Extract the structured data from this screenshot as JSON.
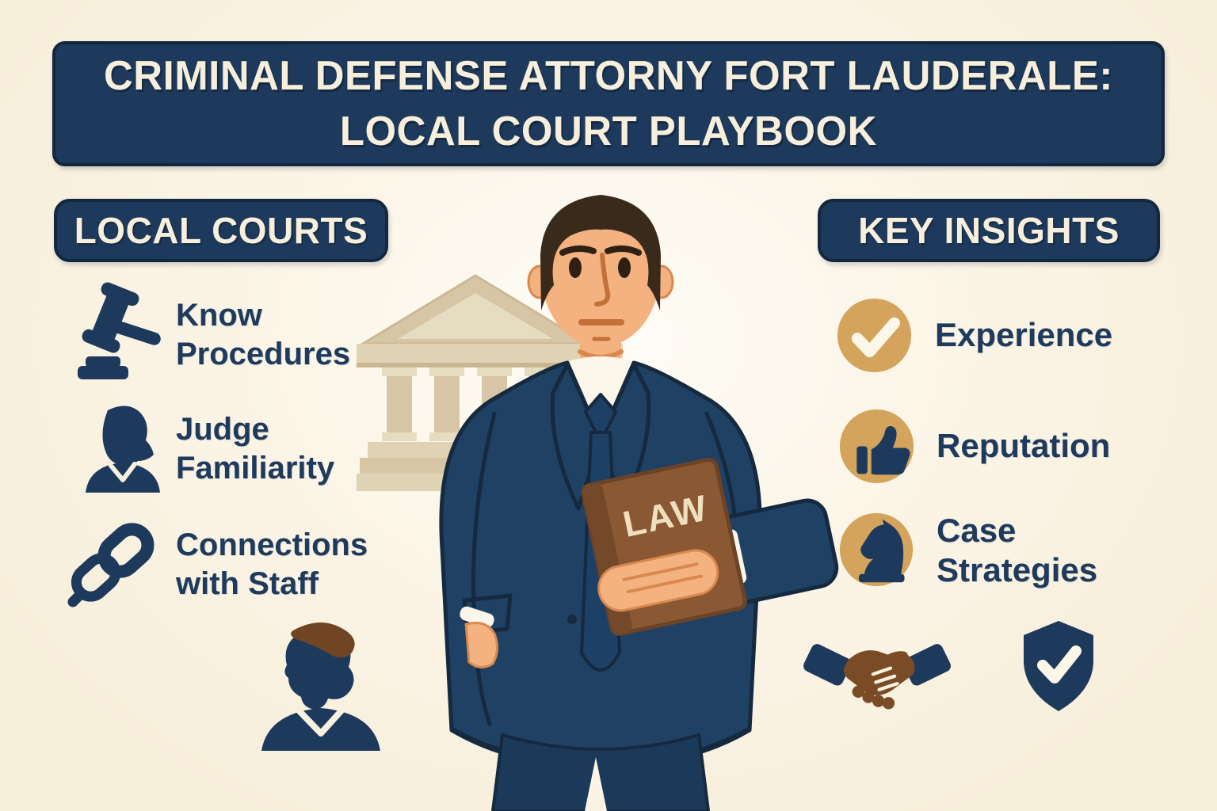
{
  "title": {
    "line1": "CRIMINAL DEFENSE ATTORNY FORT LAUDERALE:",
    "line2": "LOCAL COURT PLAYBOOK"
  },
  "left_panel": {
    "header": "LOCAL COURTS",
    "items": [
      {
        "icon": "gavel-icon",
        "label": "Know Procedures"
      },
      {
        "icon": "judge-icon",
        "label": "Judge Familiarity"
      },
      {
        "icon": "chain-link-icon",
        "label": "Connections with Staff"
      }
    ],
    "footer_icon": "person-bust-icon"
  },
  "right_panel": {
    "header": "KEY INSIGHTS",
    "items": [
      {
        "icon": "check-circle-icon",
        "label": "Experience"
      },
      {
        "icon": "thumbs-up-icon",
        "label": "Reputation"
      },
      {
        "icon": "chess-knight-icon",
        "label": "Case Strategies"
      }
    ],
    "footer_icons": [
      "handshake-icon",
      "shield-check-icon"
    ]
  },
  "center_illustration": {
    "book_label": "LAW"
  },
  "colors": {
    "background": "#faf2e1",
    "navy": "#1d3a5c",
    "gold": "#d4a45c",
    "cream": "#f7efdb",
    "suit_navy": "#1f4164",
    "book_brown": "#8a5833",
    "hand_brown": "#7b4b26",
    "courthouse_tan": "#d7c6a5",
    "skin": "#f3b27f"
  }
}
